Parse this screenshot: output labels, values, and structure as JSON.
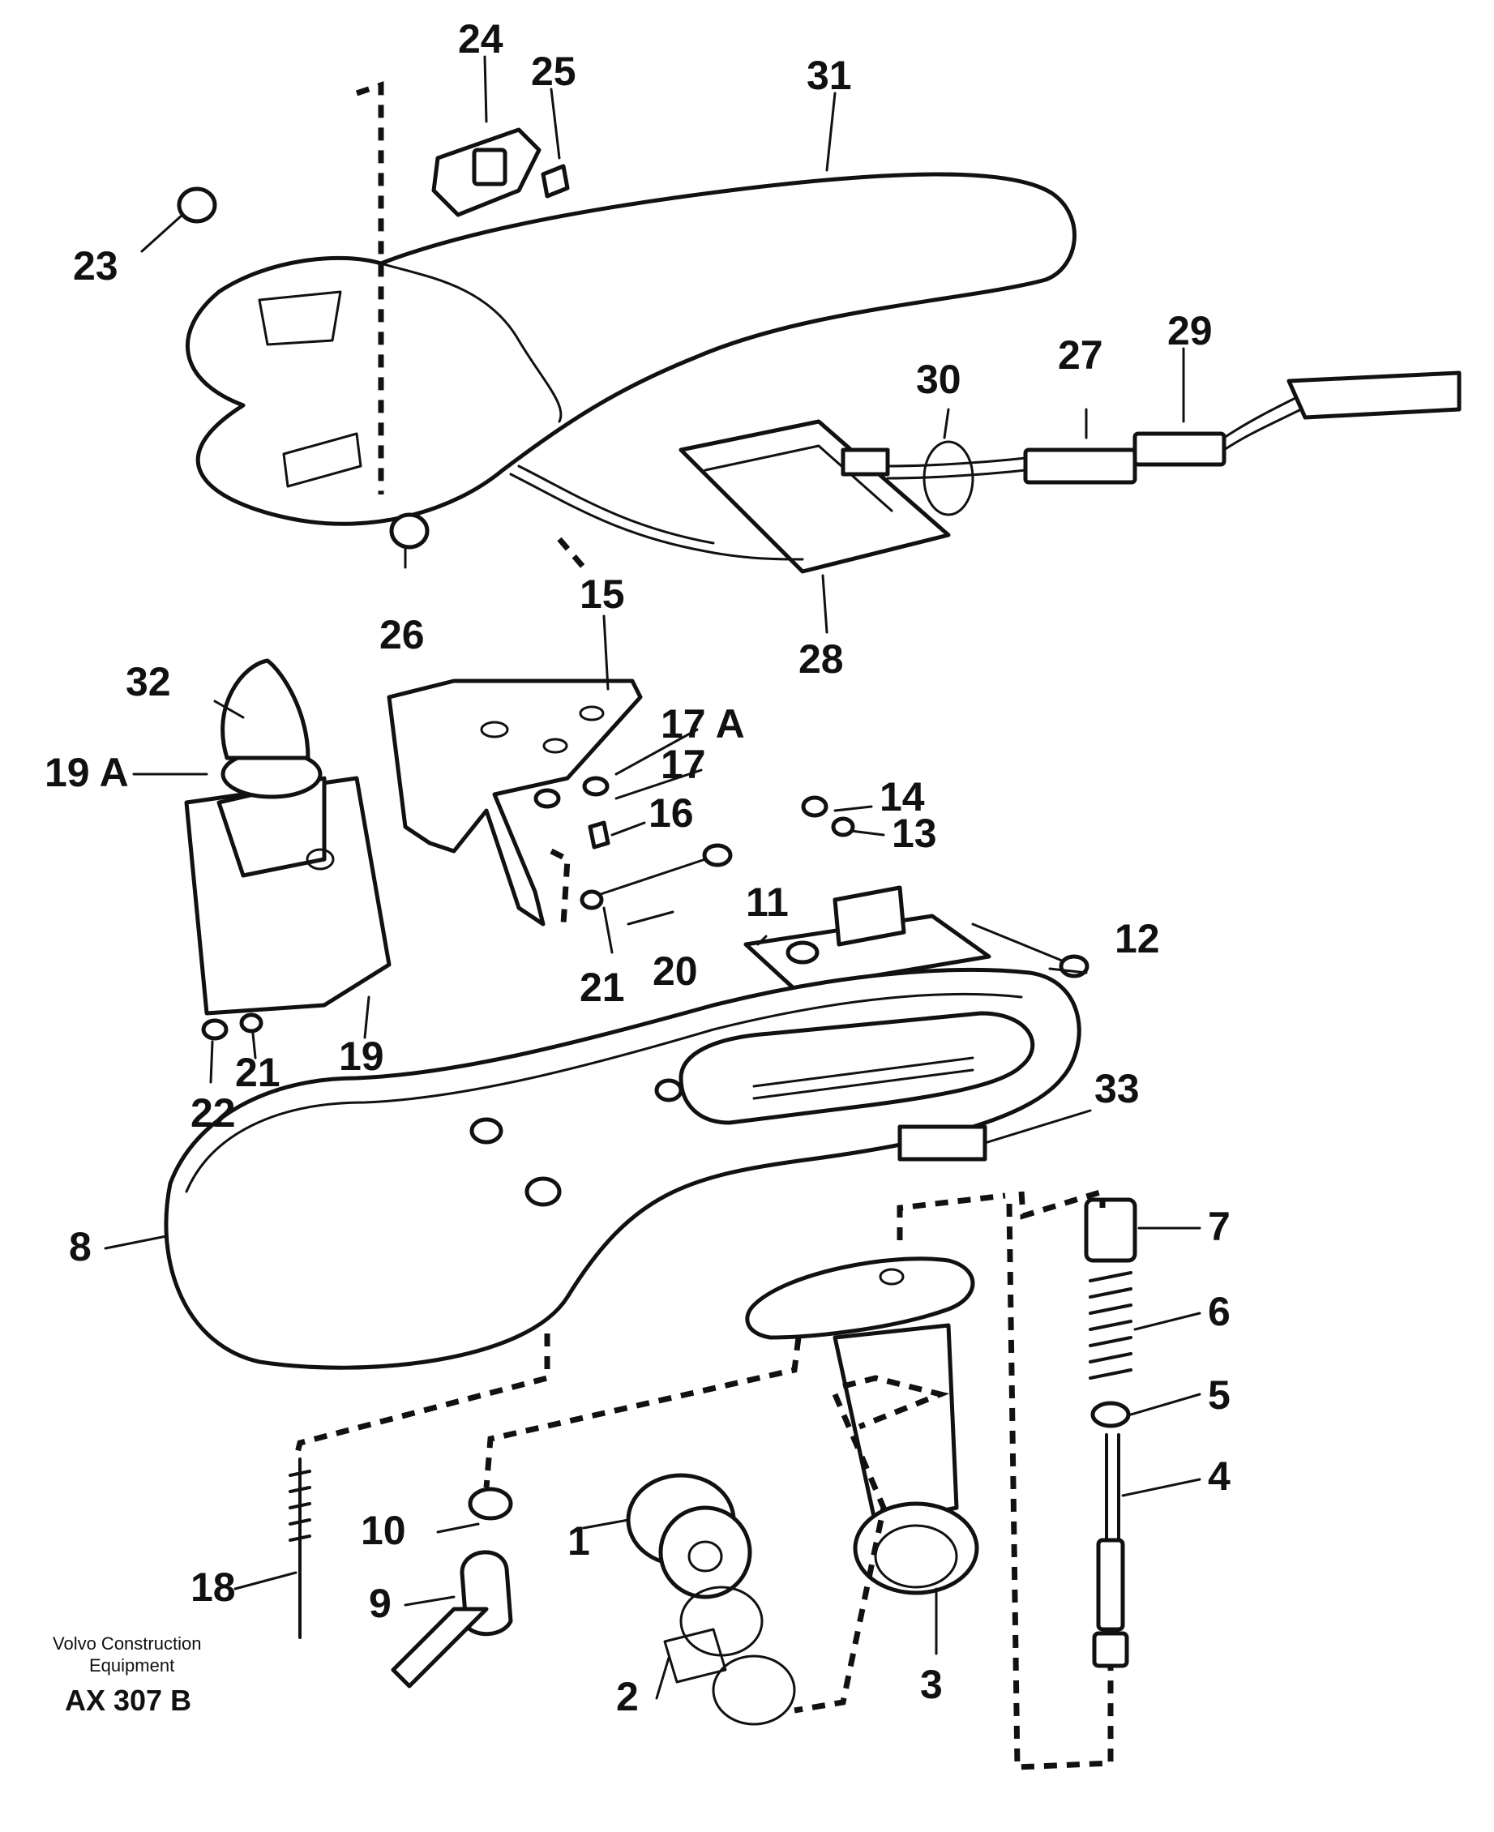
{
  "diagram": {
    "callouts": [
      "1",
      "2",
      "3",
      "4",
      "5",
      "6",
      "7",
      "8",
      "9",
      "10",
      "11",
      "12",
      "13",
      "14",
      "15",
      "16",
      "17",
      "17 A",
      "18",
      "19",
      "19 A",
      "20",
      "21",
      "21",
      "22",
      "23",
      "24",
      "25",
      "26",
      "27",
      "28",
      "29",
      "30",
      "31",
      "32",
      "33"
    ],
    "footer": {
      "company_line1": "Volvo Construction",
      "company_line2": "Equipment",
      "code": "AX 307 B"
    }
  }
}
